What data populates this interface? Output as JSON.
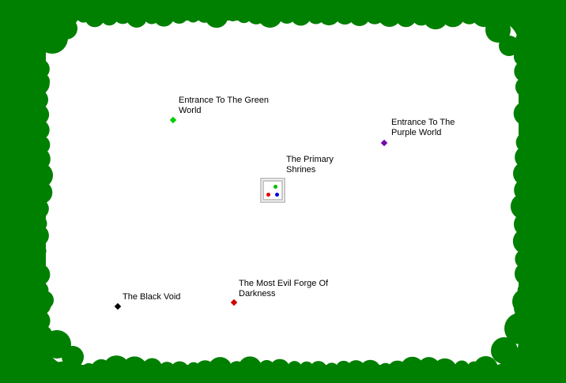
{
  "map": {
    "background_color": "#008000",
    "land_color": "#FFFFFF",
    "text_color": "#000000",
    "locations": [
      {
        "label": "Entrance To The Green\nWorld",
        "marker": "diamond-icon",
        "marker_color": "#00CC00"
      },
      {
        "label": "Entrance To The\nPurple World",
        "marker": "diamond-icon",
        "marker_color": "#7209B0"
      },
      {
        "label": "The Primary\nShrines",
        "marker": "shrine-box",
        "marker_color": "#C6C6C6"
      },
      {
        "label": "The Black Void",
        "marker": "diamond-icon",
        "marker_color": "#000000"
      },
      {
        "label": "The Most Evil Forge Of\nDarkness",
        "marker": "diamond-icon",
        "marker_color": "#CC0000"
      }
    ],
    "shrine_dots": [
      {
        "name": "green-shrine-dot",
        "color": "#00BB00"
      },
      {
        "name": "red-shrine-dot",
        "color": "#DD0000"
      },
      {
        "name": "blue-shrine-dot",
        "color": "#0000DD"
      }
    ]
  }
}
